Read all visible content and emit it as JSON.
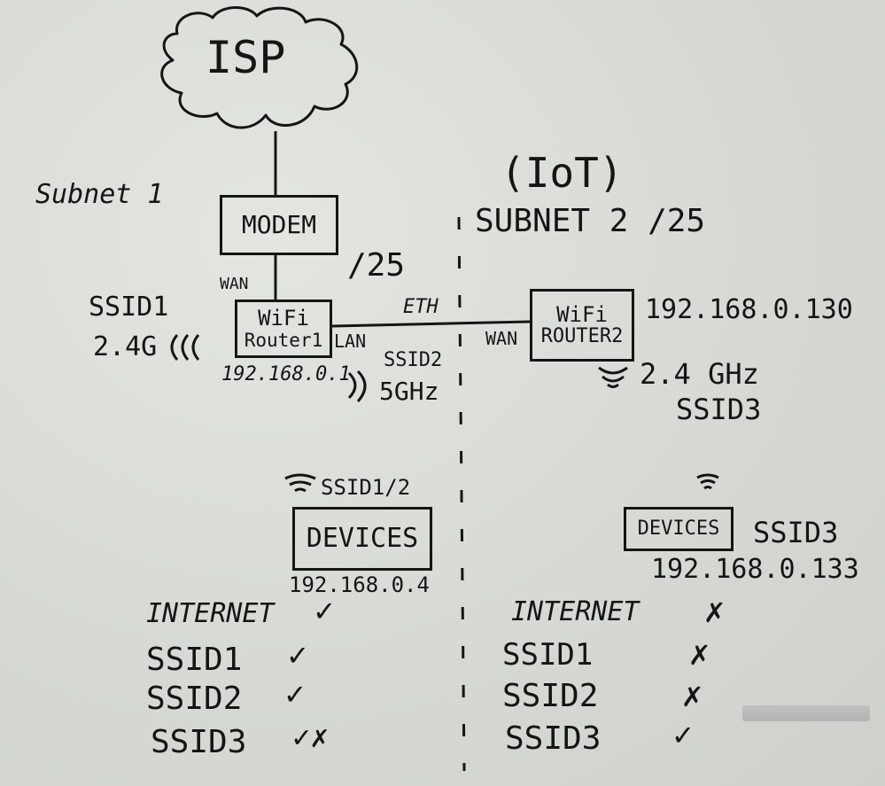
{
  "cloud": {
    "label": "ISP"
  },
  "subnet1": {
    "label": "Subnet 1"
  },
  "modem": {
    "label": "MODEM"
  },
  "mask_left": "/25",
  "iot": {
    "title": "(IoT)",
    "subnet_label": "SUBNET 2 /25"
  },
  "router1": {
    "line1": "WiFi",
    "line2": "Router1",
    "wan_label": "WAN",
    "lan_label": "LAN",
    "ip": "192.168.0.1",
    "ssid1_label": "SSID1",
    "ssid1_band": "2.4G",
    "ssid2_label": "SSID2",
    "ssid2_band": "5GHz"
  },
  "link_label": "ETH",
  "router2": {
    "line1": "WiFi",
    "line2": "ROUTER2",
    "wan_label": "WAN",
    "ip": "192.168.0.130",
    "band": "2.4 GHz",
    "ssid": "SSID3"
  },
  "devices_left": {
    "label": "DEVICES",
    "wifi_label": "SSID1/2",
    "ip": "192.168.0.4"
  },
  "devices_right": {
    "label": "DEVICES",
    "ssid": "SSID3",
    "ip": "192.168.0.133"
  },
  "access_left": [
    {
      "name": "INTERNET",
      "mark": "✓"
    },
    {
      "name": "SSID1",
      "mark": "✓"
    },
    {
      "name": "SSID2",
      "mark": "✓"
    },
    {
      "name": "SSID3",
      "mark": "✓✗"
    }
  ],
  "access_right": [
    {
      "name": "INTERNET",
      "mark": "✗"
    },
    {
      "name": "SSID1",
      "mark": "✗"
    },
    {
      "name": "SSID2",
      "mark": "✗"
    },
    {
      "name": "SSID3",
      "mark": "✓"
    }
  ],
  "colors": {
    "ink": "#151515",
    "board": "#dcddd9"
  }
}
